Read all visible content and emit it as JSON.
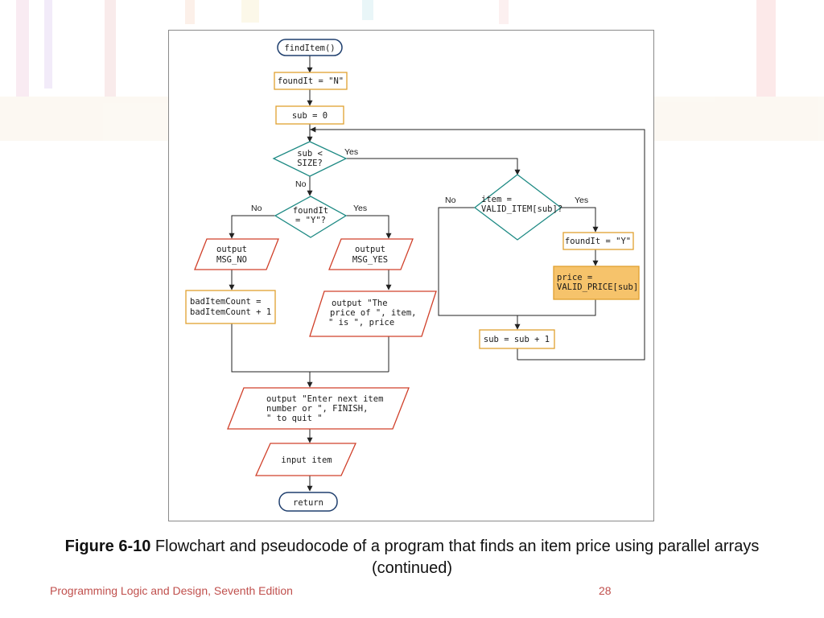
{
  "flowchart": {
    "nodes": {
      "start": "findItem()",
      "found_init": "foundIt = \"N\"",
      "sub_init": "sub = 0",
      "loop_check_1": "sub <",
      "loop_check_2": "SIZE?",
      "item_check_1": "item =",
      "item_check_2": "VALID_ITEM[sub]?",
      "set_found": "foundIt = \"Y\"",
      "set_price_1": "price =",
      "set_price_2": "VALID_PRICE[sub]",
      "increment": "sub = sub + 1",
      "found_check_1": "foundIt",
      "found_check_2": "= \"Y\"?",
      "out_no_1": "output",
      "out_no_2": "MSG_NO",
      "out_yes_1": "output",
      "out_yes_2": "MSG_YES",
      "bad_count_1": "badItemCount =",
      "bad_count_2": "badItemCount + 1",
      "out_price_1": "output \"The",
      "out_price_2": "price of \", item,",
      "out_price_3": "\" is \", price",
      "prompt_1": "output \"Enter next item",
      "prompt_2": "number or \", FINISH,",
      "prompt_3": "\" to quit \"",
      "input": "input item",
      "end": "return"
    },
    "edge_labels": {
      "loop_yes": "Yes",
      "loop_no": "No",
      "item_no": "No",
      "item_yes": "Yes",
      "found_no": "No",
      "found_yes": "Yes"
    }
  },
  "caption": {
    "figure_label": "Figure 6-10",
    "text": " Flowchart and pseudocode of a program that finds an item price using parallel arrays (continued)"
  },
  "footer": {
    "book": "Programming Logic and Design, Seventh Edition",
    "page": "28"
  },
  "colors": {
    "node_border": "#e0a030",
    "io_border": "#d0402a",
    "terminal_border": "#1f3f6e",
    "highlight_fill": "#f6c36b",
    "footer": "#c0504d"
  }
}
